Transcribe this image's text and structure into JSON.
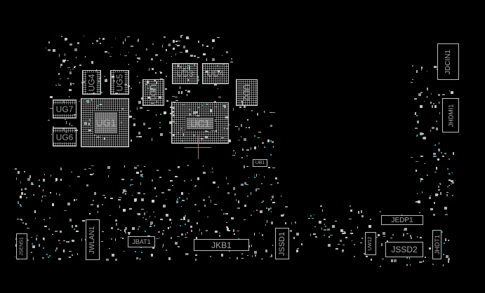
{
  "components": {
    "UG1": "UG1",
    "UG4": "UG4",
    "UG5": "UG5",
    "UG6": "UG6",
    "UG7": "UG7",
    "UD1": "UD1",
    "UD2": "UD2",
    "UD3": "UD3",
    "UD4": "UD4",
    "UC1": "UC1",
    "UB1": "UB1",
    "JDCIN1": "JDCIN1",
    "JHDMI1": "JHDMI1",
    "JEDP1": "JEDP1",
    "JSSD2": "JSSD2",
    "UW12": "UW12",
    "JHDT1": "JHDT1",
    "JSSD1": "JSSD1",
    "JKB1": "JKB1",
    "JBAT1": "JBAT1",
    "JWLAN1": "JWLAN1",
    "JSENS1": "JSENS1"
  },
  "colors": {
    "background": "#000000",
    "silkscreen": "#cfcfcf",
    "via": "#11aaaa",
    "cursor": "#a07878"
  }
}
